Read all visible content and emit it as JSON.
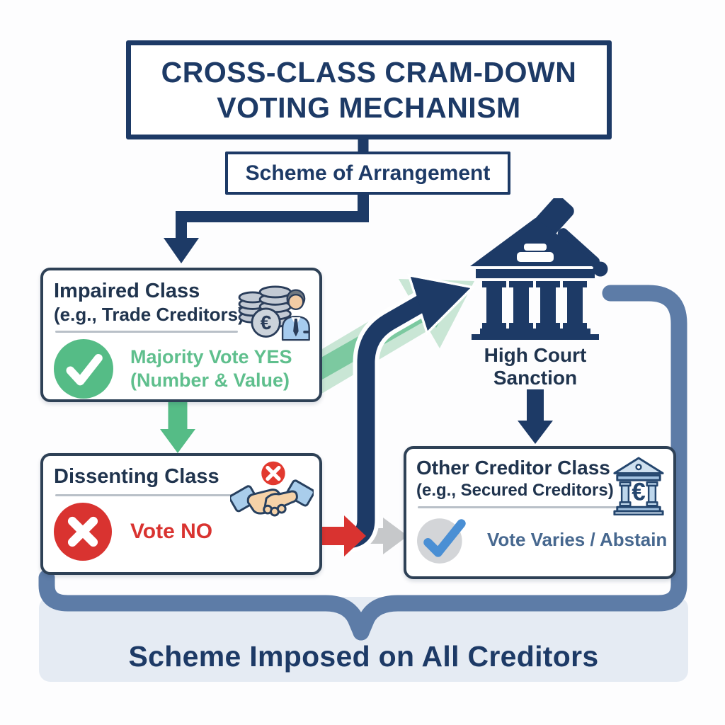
{
  "diagram": {
    "title": {
      "line1": "CROSS-CLASS CRAM-DOWN",
      "line2": "VOTING MECHANISM"
    },
    "scheme_label": "Scheme of Arrangement",
    "impaired_class": {
      "heading": "Impaired Class",
      "subheading": "(e.g., Trade Creditors)",
      "vote_line1": "Majority Vote YES",
      "vote_line2": "(Number & Value)",
      "icon": "coins-euro-businessman-icon",
      "vote_icon": "green-check-circle-icon",
      "euro_symbol": "€"
    },
    "dissenting_class": {
      "heading": "Dissenting Class",
      "vote": "Vote NO",
      "icon": "handshake-rejected-icon",
      "vote_icon": "red-x-circle-icon"
    },
    "high_court": {
      "line1": "High Court",
      "line2": "Sanction",
      "icon": "courthouse-gavel-icon"
    },
    "other_class": {
      "heading": "Other Creditor Class",
      "subheading": "(e.g., Secured Creditors)",
      "vote": "Vote Varies / Abstain",
      "icon": "bank-euro-icon",
      "vote_icon": "gray-circle-blue-check-icon",
      "euro_symbol": "€"
    },
    "banner": {
      "label": "Scheme Imposed on All Creditors"
    },
    "colors": {
      "navy": "#1d3a66",
      "heading": "#20344e",
      "box_border": "#2e4156",
      "green": "#55bc86",
      "green_text": "#5fbf8d",
      "light_green": "#c9e6d5",
      "mid_green": "#7cc9a0",
      "red": "#d93330",
      "steel_blue": "#5d7ca7",
      "gray_arrow": "#c6c8ca",
      "gray_circle": "#d3d5d8",
      "blue_check": "#4a8fd4",
      "blue_text": "#47688f",
      "banner_bg": "#e5ebf3",
      "divider": "#b9c0c8"
    }
  }
}
